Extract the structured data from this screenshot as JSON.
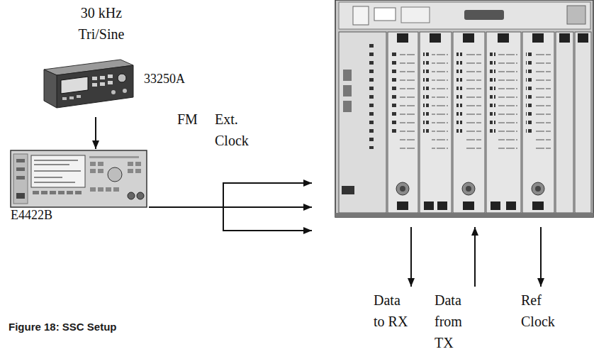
{
  "diagram": {
    "caption": "Figure 18: SSC Setup",
    "nodes": [
      {
        "text": [
          "33250A"
        ]
      },
      {
        "text": [
          "E4422B"
        ]
      },
      {
        "text": []
      }
    ],
    "edges": [
      {
        "from": 0,
        "to": 1,
        "arrow": "to"
      },
      {
        "from": 1,
        "to": 2,
        "label": "Ext. Clock",
        "arrow": "to"
      }
    ],
    "labels": [
      "30 kHz Tri/Sine",
      "FM",
      "Data to RX",
      "Data from TX",
      "Ref Clock"
    ]
  }
}
